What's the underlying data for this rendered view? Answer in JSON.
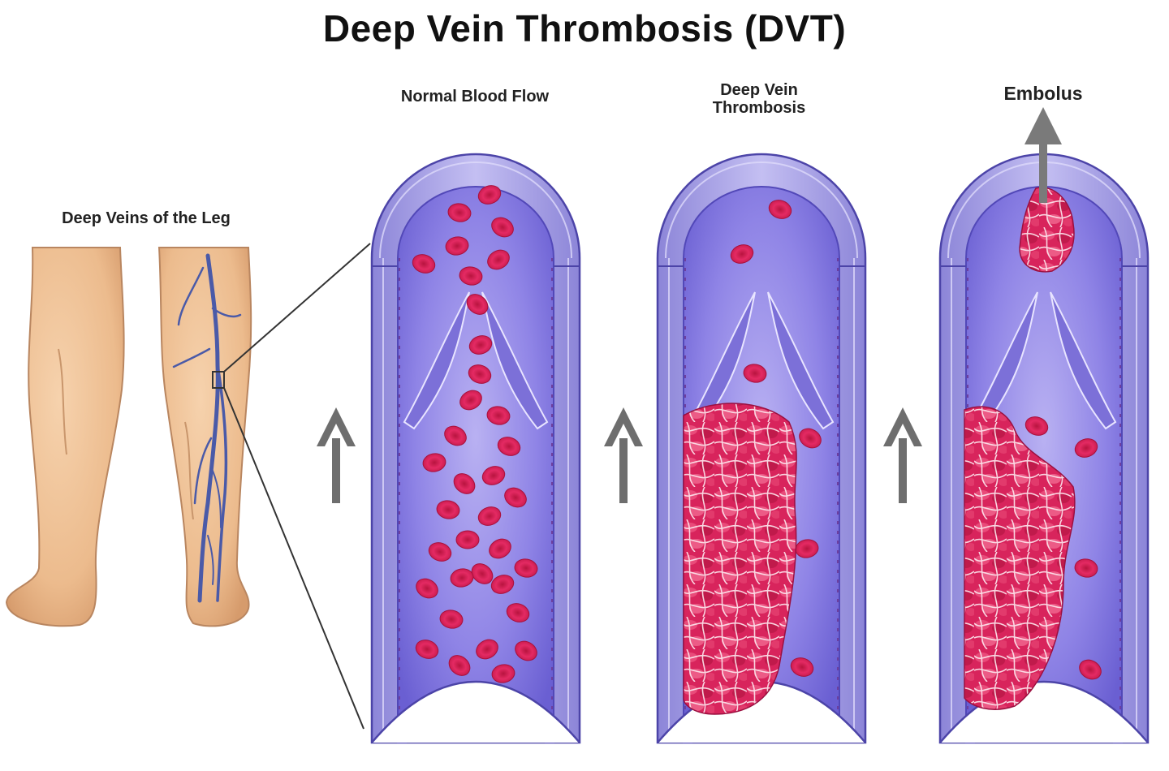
{
  "title": "Deep Vein Thrombosis (DVT)",
  "labels": {
    "legs": "Deep Veins of the Leg",
    "normal": "Normal Blood Flow",
    "dvt_line1": "Deep Vein",
    "dvt_line2": "Thrombosis",
    "embolus": "Embolus"
  },
  "colors": {
    "vein_wall": "#9a93e0",
    "vein_lumen": "#8f84e6",
    "vein_dark": "#5e54c4",
    "rbc": "#e0255f",
    "clot": "#d9245c",
    "skin": "#f0c59a",
    "arrow": "#6e6e6e"
  }
}
